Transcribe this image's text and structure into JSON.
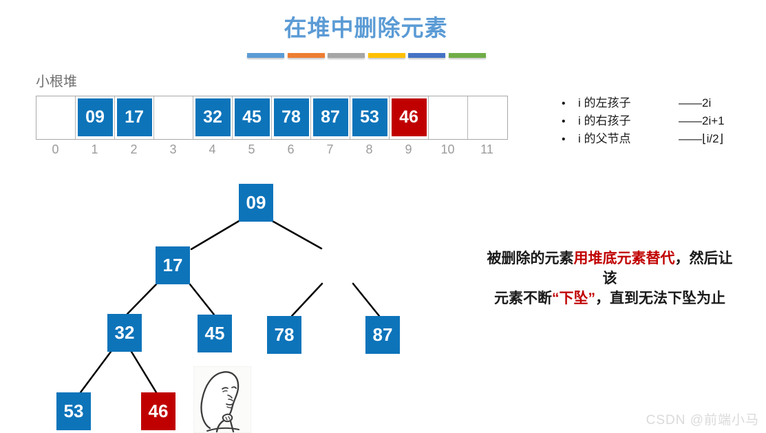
{
  "title": "在堆中删除元素",
  "decor_bar_colors": [
    "#5B9BD5",
    "#ED7D31",
    "#A5A5A5",
    "#FFC000",
    "#4472C4",
    "#70AD47"
  ],
  "heap_label": "小根堆",
  "array": {
    "cells": [
      {
        "index": "0",
        "value": ""
      },
      {
        "index": "1",
        "value": "09",
        "state": "filled"
      },
      {
        "index": "2",
        "value": "17",
        "state": "filled"
      },
      {
        "index": "3",
        "value": ""
      },
      {
        "index": "4",
        "value": "32",
        "state": "filled"
      },
      {
        "index": "5",
        "value": "45",
        "state": "filled"
      },
      {
        "index": "6",
        "value": "78",
        "state": "filled"
      },
      {
        "index": "7",
        "value": "87",
        "state": "filled"
      },
      {
        "index": "8",
        "value": "53",
        "state": "filled"
      },
      {
        "index": "9",
        "value": "46",
        "state": "deleted"
      },
      {
        "index": "10",
        "value": ""
      },
      {
        "index": "11",
        "value": ""
      }
    ]
  },
  "legend": {
    "bullet": "•",
    "items": [
      {
        "label": "i 的左孩子",
        "formula": "——2i"
      },
      {
        "label": "i 的右孩子",
        "formula": "——2i+1"
      },
      {
        "label": "i 的父节点",
        "formula": "——⌊i/2⌋"
      }
    ]
  },
  "tree": {
    "nodes": [
      {
        "value": "09",
        "state": "filled"
      },
      {
        "value": "17",
        "state": "filled"
      },
      {
        "value": "32",
        "state": "filled"
      },
      {
        "value": "45",
        "state": "filled"
      },
      {
        "value": "78",
        "state": "filled"
      },
      {
        "value": "87",
        "state": "filled"
      },
      {
        "value": "53",
        "state": "filled"
      },
      {
        "value": "46",
        "state": "deleted"
      }
    ]
  },
  "instruction": {
    "line1": [
      {
        "text": "被删除的元素",
        "color": "#1A1A1A"
      },
      {
        "text": "用堆底元素替代",
        "color": "#C00000"
      },
      {
        "text": "，然后让该",
        "color": "#1A1A1A"
      }
    ],
    "line2": [
      {
        "text": "元素不断",
        "color": "#1A1A1A"
      },
      {
        "text": "“下坠”",
        "color": "#C00000"
      },
      {
        "text": "，直到无法下坠为止",
        "color": "#1A1A1A"
      }
    ]
  },
  "watermark": "CSDN @前端小马",
  "colors": {
    "node_blue": "#0D74BA",
    "node_red": "#C00000",
    "title_blue": "#5B9BD5"
  }
}
